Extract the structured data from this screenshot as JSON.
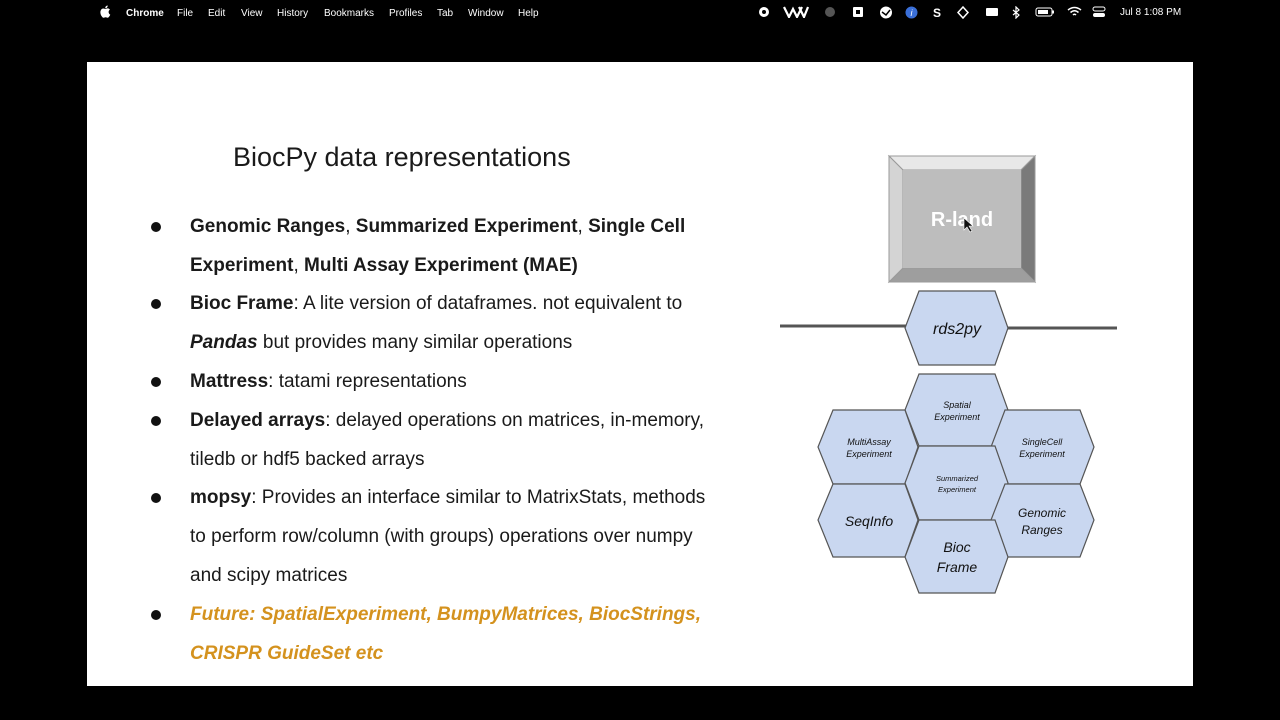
{
  "menubar": {
    "app": "Chrome",
    "items": [
      "File",
      "Edit",
      "View",
      "History",
      "Bookmarks",
      "Profiles",
      "Tab",
      "Window",
      "Help"
    ],
    "clock": "Jul 8  1:08 PM"
  },
  "slide": {
    "title": "BiocPy data representations",
    "bullets": {
      "b1": {
        "l1_t1": "Genomic Ranges",
        "l1_s1": ", ",
        "l1_t2": "Summarized Experiment",
        "l1_s2": ", ",
        "l1_t3": "Single Cell",
        "l2_t1": "Experiment",
        "l2_s1": ", ",
        "l2_t2": "Multi Assay Experiment (MAE)"
      },
      "b2": {
        "l1_t1": "Bioc Frame",
        "l1_rest": ": A lite version of dataframes. not equivalent to",
        "l2_t1": "Pandas",
        "l2_rest": " but provides many similar operations"
      },
      "b3": {
        "t1": "Mattress",
        "rest": ": tatami representations"
      },
      "b4": {
        "t1": "Delayed arrays",
        "rest": ": delayed operations on matrices, in-memory,",
        "l2": "tiledb or hdf5 backed arrays"
      },
      "b5": {
        "t1": "mopsy",
        "rest": ": Provides an interface similar to MatrixStats, methods",
        "l2": "to perform row/column (with groups) operations over numpy",
        "l3": "and scipy matrices"
      },
      "b6": {
        "l1": "Future: SpatialExperiment, BumpyMatrices, BiocStrings,",
        "l2": "CRISPR GuideSet etc"
      }
    }
  },
  "diagram": {
    "r_land": "R-land",
    "rds2py": "rds2py",
    "hex": {
      "spatial": [
        "Spatial",
        "Experiment"
      ],
      "multiassay": [
        "MultiAssay",
        "Experiment"
      ],
      "singlecell": [
        "SingleCell",
        "Experiment"
      ],
      "summarized": [
        "Summarized",
        "Experiment"
      ],
      "seqinfo": "SeqInfo",
      "genomic": [
        "Genomic",
        "Ranges"
      ],
      "bioc": [
        "Bioc",
        "Frame"
      ]
    },
    "colors": {
      "hex_fill": "#c9d7f0",
      "hex_stroke": "#555555",
      "box_fill": "#bdbdbd",
      "future": "#d4921e"
    }
  }
}
